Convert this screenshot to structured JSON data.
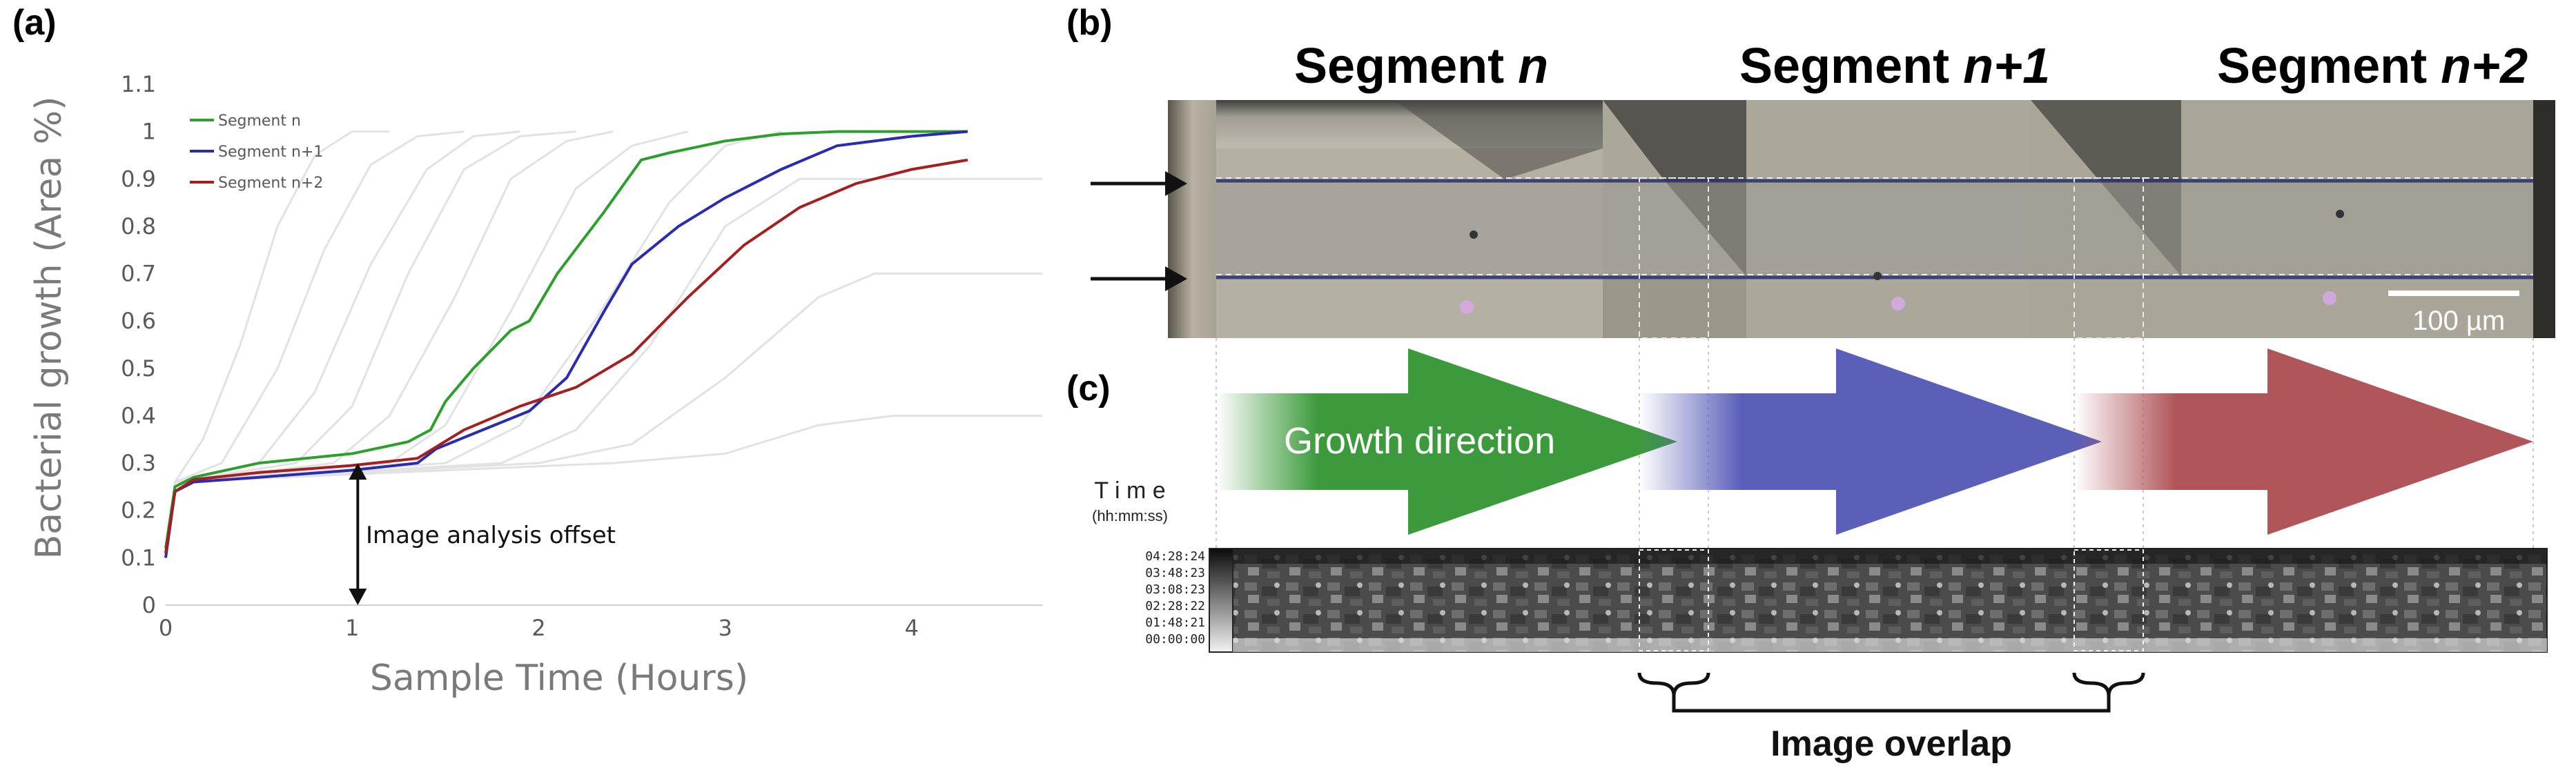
{
  "panel_labels": {
    "a": "(a)",
    "b": "(b)",
    "c": "(c)"
  },
  "chart_data": {
    "type": "line",
    "xlabel": "Sample Time (Hours)",
    "ylabel": "Bacterial growth (Area %)",
    "xlim": [
      0,
      4.7
    ],
    "ylim": [
      0,
      1.1
    ],
    "xticks": [
      "0",
      "1",
      "2",
      "3",
      "4"
    ],
    "yticks": [
      "0",
      "0.1",
      "0.2",
      "0.3",
      "0.4",
      "0.5",
      "0.6",
      "0.7",
      "0.8",
      "0.9",
      "1",
      "1.1"
    ],
    "grid": false,
    "legend_position": "top-left",
    "series": [
      {
        "name": "Segment n",
        "color": "#2e9e2e",
        "x": [
          0,
          0.05,
          0.15,
          0.5,
          1.0,
          1.3,
          1.42,
          1.5,
          1.65,
          1.85,
          1.95,
          2.1,
          2.35,
          2.55,
          2.7,
          3.0,
          3.3,
          3.6,
          4.0,
          4.3
        ],
        "y": [
          0.12,
          0.25,
          0.27,
          0.3,
          0.32,
          0.345,
          0.37,
          0.43,
          0.5,
          0.58,
          0.6,
          0.7,
          0.83,
          0.94,
          0.955,
          0.98,
          0.995,
          1.0,
          1.0,
          1.0
        ]
      },
      {
        "name": "Segment n+1",
        "color": "#2b2bb0",
        "x": [
          0,
          0.05,
          0.15,
          0.5,
          1.0,
          1.35,
          1.45,
          1.7,
          1.95,
          2.15,
          2.35,
          2.5,
          2.75,
          3.0,
          3.3,
          3.6,
          4.0,
          4.3
        ],
        "y": [
          0.1,
          0.24,
          0.26,
          0.27,
          0.285,
          0.3,
          0.33,
          0.37,
          0.41,
          0.48,
          0.62,
          0.72,
          0.8,
          0.86,
          0.92,
          0.97,
          0.99,
          1.0
        ]
      },
      {
        "name": "Segment n+2",
        "color": "#a32020",
        "x": [
          0,
          0.05,
          0.15,
          0.5,
          1.0,
          1.35,
          1.6,
          1.9,
          2.2,
          2.5,
          2.8,
          3.1,
          3.4,
          3.7,
          4.0,
          4.3
        ],
        "y": [
          0.11,
          0.24,
          0.265,
          0.28,
          0.295,
          0.31,
          0.37,
          0.42,
          0.46,
          0.53,
          0.65,
          0.76,
          0.84,
          0.89,
          0.92,
          0.94
        ]
      }
    ],
    "background_curves": [
      {
        "x": [
          0,
          0.05,
          0.2,
          0.4,
          0.6,
          0.8,
          1.0,
          1.2
        ],
        "y": [
          0.1,
          0.26,
          0.35,
          0.55,
          0.8,
          0.95,
          1.0,
          1.0
        ]
      },
      {
        "x": [
          0,
          0.05,
          0.3,
          0.6,
          0.85,
          1.1,
          1.35,
          1.6
        ],
        "y": [
          0.1,
          0.26,
          0.3,
          0.5,
          0.75,
          0.93,
          0.99,
          1.0
        ]
      },
      {
        "x": [
          0,
          0.05,
          0.5,
          0.8,
          1.1,
          1.4,
          1.65,
          1.9
        ],
        "y": [
          0.1,
          0.26,
          0.3,
          0.45,
          0.72,
          0.92,
          0.99,
          1.0
        ]
      },
      {
        "x": [
          0,
          0.05,
          0.7,
          1.0,
          1.3,
          1.6,
          1.9,
          2.2
        ],
        "y": [
          0.1,
          0.26,
          0.3,
          0.42,
          0.7,
          0.92,
          0.99,
          1.0
        ]
      },
      {
        "x": [
          0,
          0.05,
          0.9,
          1.2,
          1.55,
          1.85,
          2.15,
          2.4
        ],
        "y": [
          0.1,
          0.26,
          0.3,
          0.4,
          0.65,
          0.9,
          0.98,
          1.0
        ]
      },
      {
        "x": [
          0,
          0.05,
          1.2,
          1.5,
          1.85,
          2.2,
          2.5,
          2.8
        ],
        "y": [
          0.1,
          0.26,
          0.3,
          0.38,
          0.62,
          0.88,
          0.97,
          1.0
        ]
      },
      {
        "x": [
          0,
          0.05,
          1.5,
          1.9,
          2.3,
          2.7,
          3.0,
          3.3
        ],
        "y": [
          0.1,
          0.26,
          0.3,
          0.38,
          0.6,
          0.85,
          0.97,
          1.0
        ]
      },
      {
        "x": [
          0,
          0.05,
          1.8,
          2.2,
          2.6,
          3.0,
          3.4,
          4.7
        ],
        "y": [
          0.1,
          0.26,
          0.3,
          0.37,
          0.55,
          0.8,
          0.9,
          0.9
        ]
      },
      {
        "x": [
          0,
          0.05,
          2.0,
          2.5,
          3.0,
          3.5,
          3.8,
          4.7
        ],
        "y": [
          0.1,
          0.26,
          0.3,
          0.34,
          0.48,
          0.65,
          0.7,
          0.7
        ]
      },
      {
        "x": [
          0,
          0.05,
          2.4,
          3.0,
          3.5,
          3.9,
          4.7
        ],
        "y": [
          0.1,
          0.26,
          0.3,
          0.32,
          0.38,
          0.4,
          0.4
        ]
      }
    ],
    "annotation": {
      "text": "Image analysis offset",
      "y_from": 0,
      "y_to": 0.3,
      "x": 1.03
    }
  },
  "microscope": {
    "segments": [
      {
        "prefix": "Segment",
        "suffix": "n"
      },
      {
        "prefix": "Segment",
        "suffix": "n+1"
      },
      {
        "prefix": "Segment",
        "suffix": "n+2"
      }
    ],
    "scale_bar": "100 µm"
  },
  "growth": {
    "direction_label": "Growth direction",
    "arrow_colors": [
      "#3c9a3c",
      "#5b5fb8",
      "#b0565a"
    ],
    "time_header": "T i m e",
    "time_format": "(hh:mm:ss)",
    "time_legend": [
      "04:28:24",
      "03:48:23",
      "03:08:23",
      "02:28:22",
      "01:48:21",
      "00:00:00"
    ],
    "overlap_label": "Image overlap"
  }
}
